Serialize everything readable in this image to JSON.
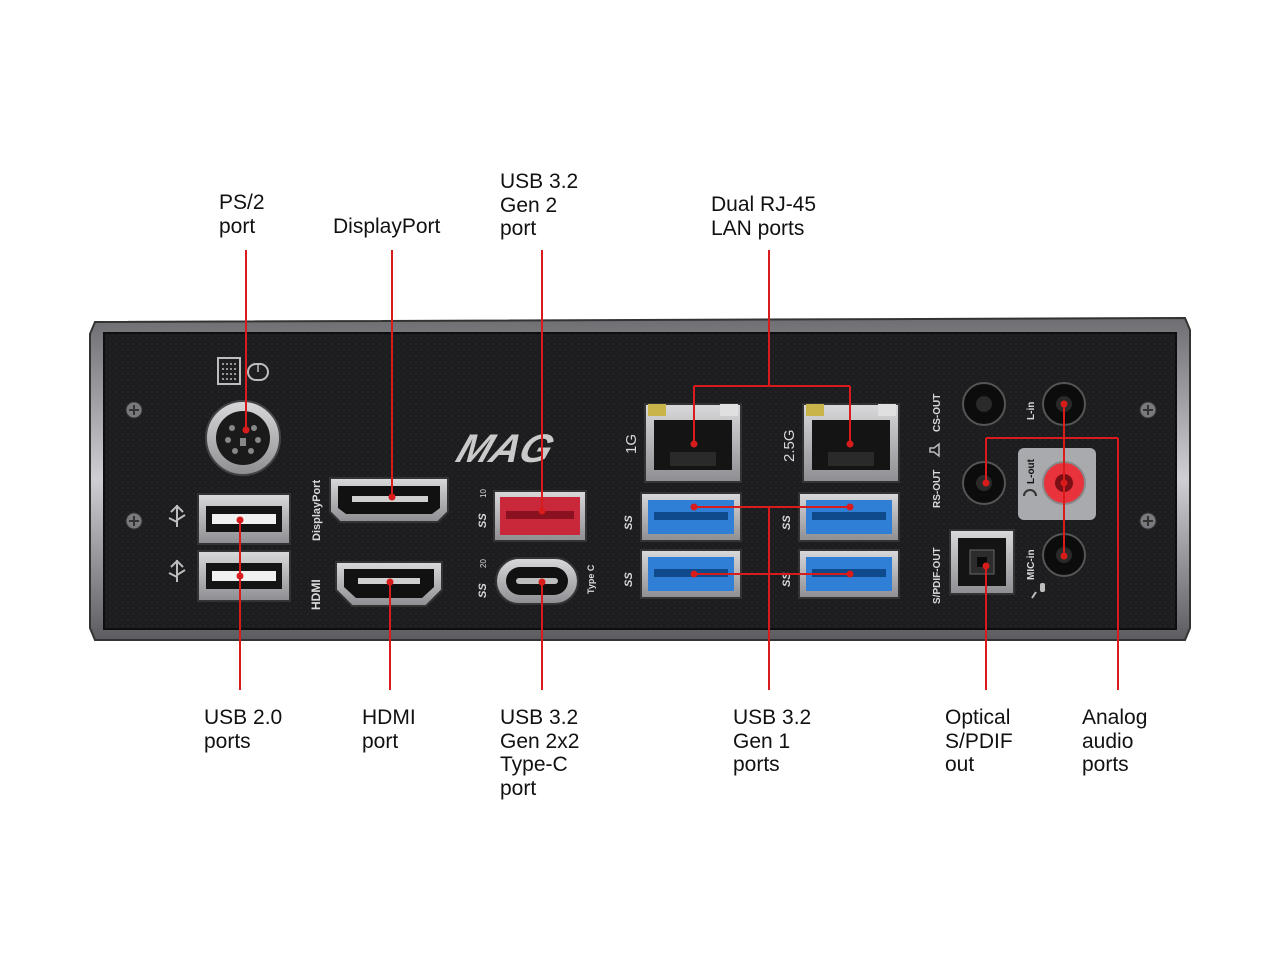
{
  "colors": {
    "leader": "#d81c1c",
    "panel": "#1c1c1f",
    "usb3_blue": "#2f7fd6",
    "usb3_2gen2_red": "#c8283a",
    "mic_in_red": "#e8323c",
    "chrome": "#a9a9ad"
  },
  "callouts": {
    "ps2": "PS/2\nport",
    "displayport": "DisplayPort",
    "usb32_gen2": "USB 3.2\nGen 2\nport",
    "dual_rj45": "Dual RJ-45\nLAN ports",
    "usb20": "USB 2.0\nports",
    "hdmi": "HDMI\nport",
    "usb32_gen2x2": "USB 3.2\nGen 2x2\nType-C\nport",
    "usb32_gen1": "USB 3.2\nGen 1\nports",
    "optical": "Optical\nS/PDIF\nout",
    "analog_audio": "Analog\naudio\nports"
  },
  "panel_markings": {
    "brand": "MAG",
    "displayport_vertical": "DisplayPort",
    "hdmi_vertical": "HDMI",
    "usb_gen2_speed": "10",
    "usb_gen2x2_speed": "20",
    "type_c": "Type C",
    "lan_1g": "1G",
    "lan_25g": "2.5G",
    "cs_out": "CS-OUT",
    "rs_out": "RS-OUT",
    "spdif_out": "S/PDIF-OUT",
    "l_in": "L-in",
    "l_out": "L-out",
    "mic_in": "MIC-in",
    "ss": "SS"
  },
  "icons": [
    "keyboard-icon",
    "mouse-icon",
    "usb-icon",
    "usb-ss-icon",
    "headphone-icon",
    "microphone-icon",
    "speaker-icon"
  ]
}
